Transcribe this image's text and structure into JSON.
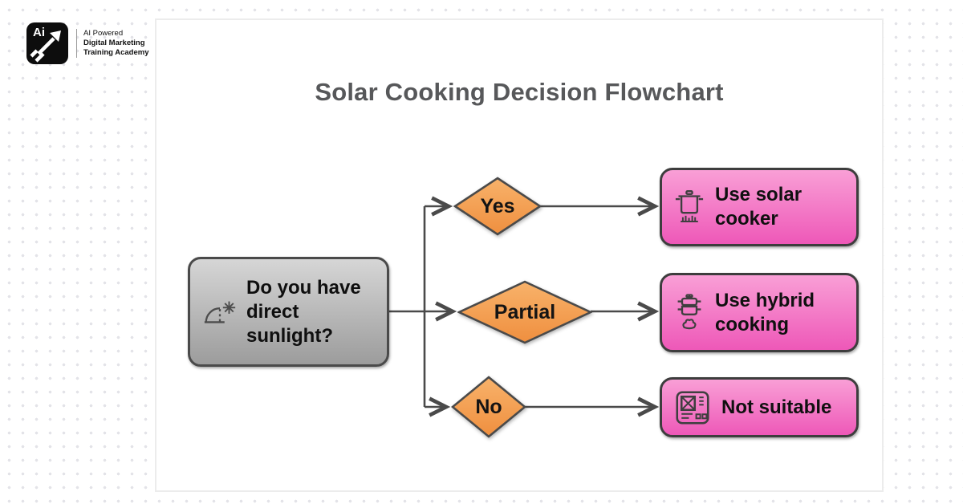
{
  "brand": {
    "logo_monogram": "Ai",
    "tagline_line1": "AI Powered",
    "tagline_line2": "Digital Marketing",
    "tagline_line3": "Training Academy"
  },
  "title": "Solar Cooking Decision Flowchart",
  "flowchart": {
    "question": {
      "label": "Do you have direct sunlight?",
      "icon": "sunrise-icon"
    },
    "decisions": [
      {
        "id": "yes",
        "label": "Yes"
      },
      {
        "id": "partial",
        "label": "Partial"
      },
      {
        "id": "no",
        "label": "No"
      }
    ],
    "outcomes": [
      {
        "id": "solar-cooker",
        "label": "Use solar cooker",
        "icon": "cooking-pot-icon"
      },
      {
        "id": "hybrid-cooking",
        "label": "Use hybrid cooking",
        "icon": "steamer-pot-icon"
      },
      {
        "id": "not-suitable",
        "label": "Not suitable",
        "icon": "circuit-board-icon"
      }
    ]
  },
  "colors": {
    "decision_fill_top": "#f8b26a",
    "decision_fill_bottom": "#ef8f3f",
    "outcome_fill_top": "#f99fd6",
    "outcome_fill_bottom": "#ee58b8",
    "question_fill_top": "#d6d6d6",
    "question_fill_bottom": "#9c9c9c",
    "connector_stroke": "#4a4a4a",
    "title_text": "#57585a"
  }
}
